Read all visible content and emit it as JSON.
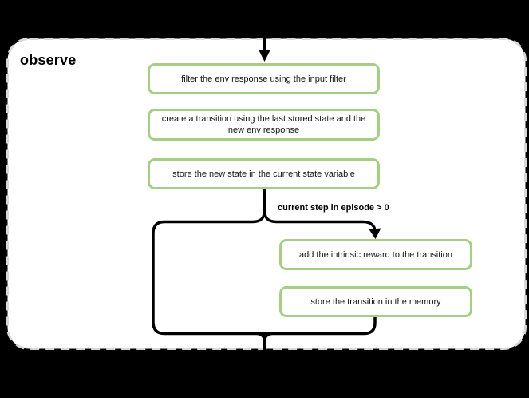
{
  "diagram": {
    "title": "observe",
    "nodes": [
      {
        "id": "filter-env-response",
        "label": "filter the env response using the input filter"
      },
      {
        "id": "create-transition",
        "label": "create a transition using the last stored state and the new env response"
      },
      {
        "id": "store-new-state",
        "label": "store the new state in the current state variable"
      },
      {
        "id": "add-intrinsic-reward",
        "label": "add the intrinsic reward to the transition"
      },
      {
        "id": "store-transition",
        "label": "store the transition in the memory"
      }
    ],
    "condition_label": "current step in episode > 0",
    "colors": {
      "page_background": "#000000",
      "container_fill": "#ffffff",
      "container_dashed_border": "#d8d8d8",
      "node_border_green": "#a5ce85",
      "connector_black": "#000000"
    }
  }
}
